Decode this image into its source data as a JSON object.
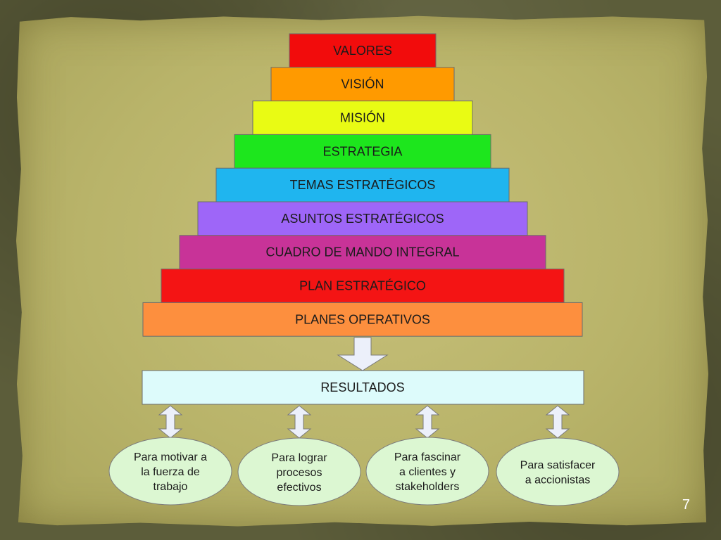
{
  "pyramid": {
    "tiers": [
      {
        "label": "VALORES",
        "color": "#f20c0c"
      },
      {
        "label": "VISIÓN",
        "color": "#ff9a00"
      },
      {
        "label": "MISIÓN",
        "color": "#e9fb14"
      },
      {
        "label": "ESTRATEGIA",
        "color": "#1de61d"
      },
      {
        "label": "TEMAS ESTRATÉGICOS",
        "color": "#1fb5ef"
      },
      {
        "label": "ASUNTOS ESTRATÉGICOS",
        "color": "#9e66f8"
      },
      {
        "label": "CUADRO DE MANDO INTEGRAL",
        "color": "#c83398"
      },
      {
        "label": "PLAN ESTRATÉGICO",
        "color": "#f41414"
      },
      {
        "label": "PLANES OPERATIVOS",
        "color": "#fd8f3e"
      }
    ]
  },
  "results": {
    "label": "RESULTADOS",
    "color": "#ddfbfb"
  },
  "purposes": [
    {
      "lines": [
        "Para motivar a",
        "la fuerza de",
        "trabajo"
      ]
    },
    {
      "lines": [
        "Para lograr",
        "procesos",
        "efectivos"
      ]
    },
    {
      "lines": [
        "Para fascinar",
        "a clientes y",
        "stakeholders"
      ]
    },
    {
      "lines": [
        "Para satisfacer",
        "a accionistas"
      ]
    }
  ],
  "arrow_color": "#ecf0fa",
  "page_number": "7"
}
